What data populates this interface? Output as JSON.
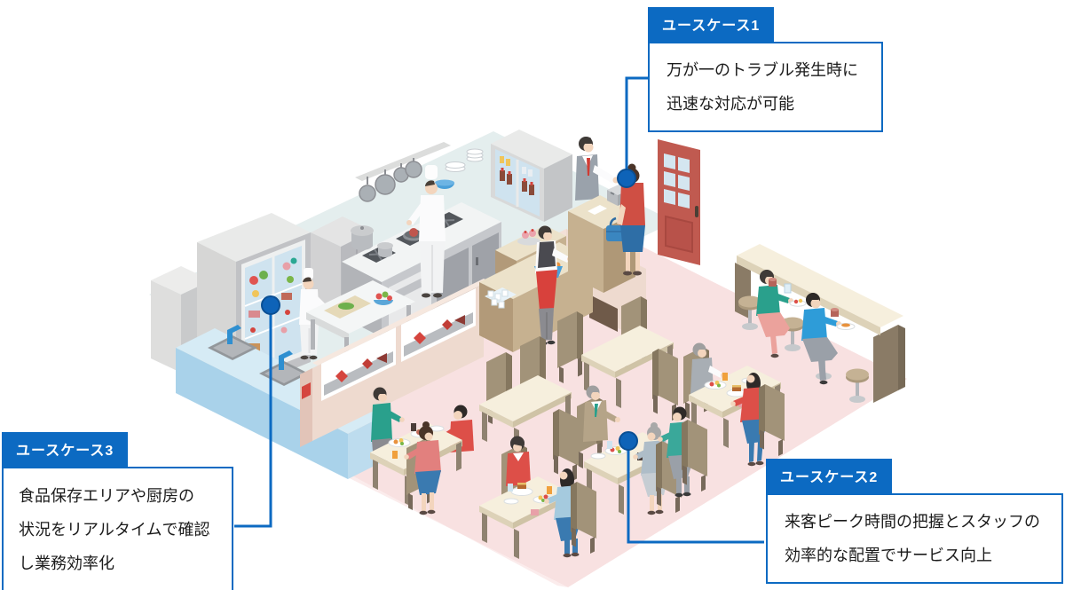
{
  "page": {
    "type": "restaurant-monitoring-use-case-illustration",
    "background": "#ffffff"
  },
  "accent_color": "#0c6ac2",
  "callouts": [
    {
      "label": "ユースケース1",
      "lines": [
        "万が一のトラブル発生時に",
        "迅速な対応が可能"
      ],
      "marker": "blue-dot",
      "target": "cash-register"
    },
    {
      "label": "ユースケース2",
      "lines": [
        "来客ピーク時間の把握とスタッフの",
        "効率的な配置でサービス向上"
      ],
      "marker": "blue-dot",
      "target": "dining-area"
    },
    {
      "label": "ユースケース3",
      "lines": [
        "食品保存エリアや厨房の",
        "状況をリアルタイムで確認",
        "し業務効率化"
      ],
      "marker": "blue-dot",
      "target": "food-storage-refrigerator"
    }
  ],
  "scene": {
    "areas": [
      "kitchen",
      "food-storage",
      "sink-station",
      "serving-counter",
      "cashier",
      "entrance-door",
      "dining-tables",
      "bar-counter"
    ],
    "palette": {
      "floor_dining": "#f8e1e1",
      "floor_kitchen": "#e4eeee",
      "sink_blue": "#aad3ea",
      "counter_tan": "#c6b190",
      "table_top": "#f6efdd",
      "chair_tan": "#a29379",
      "door_red": "#c05a50",
      "partition_wall": "#eedacf",
      "appliance_gray": "#c7c8cb",
      "connector_blue": "#0c6ac2"
    }
  }
}
